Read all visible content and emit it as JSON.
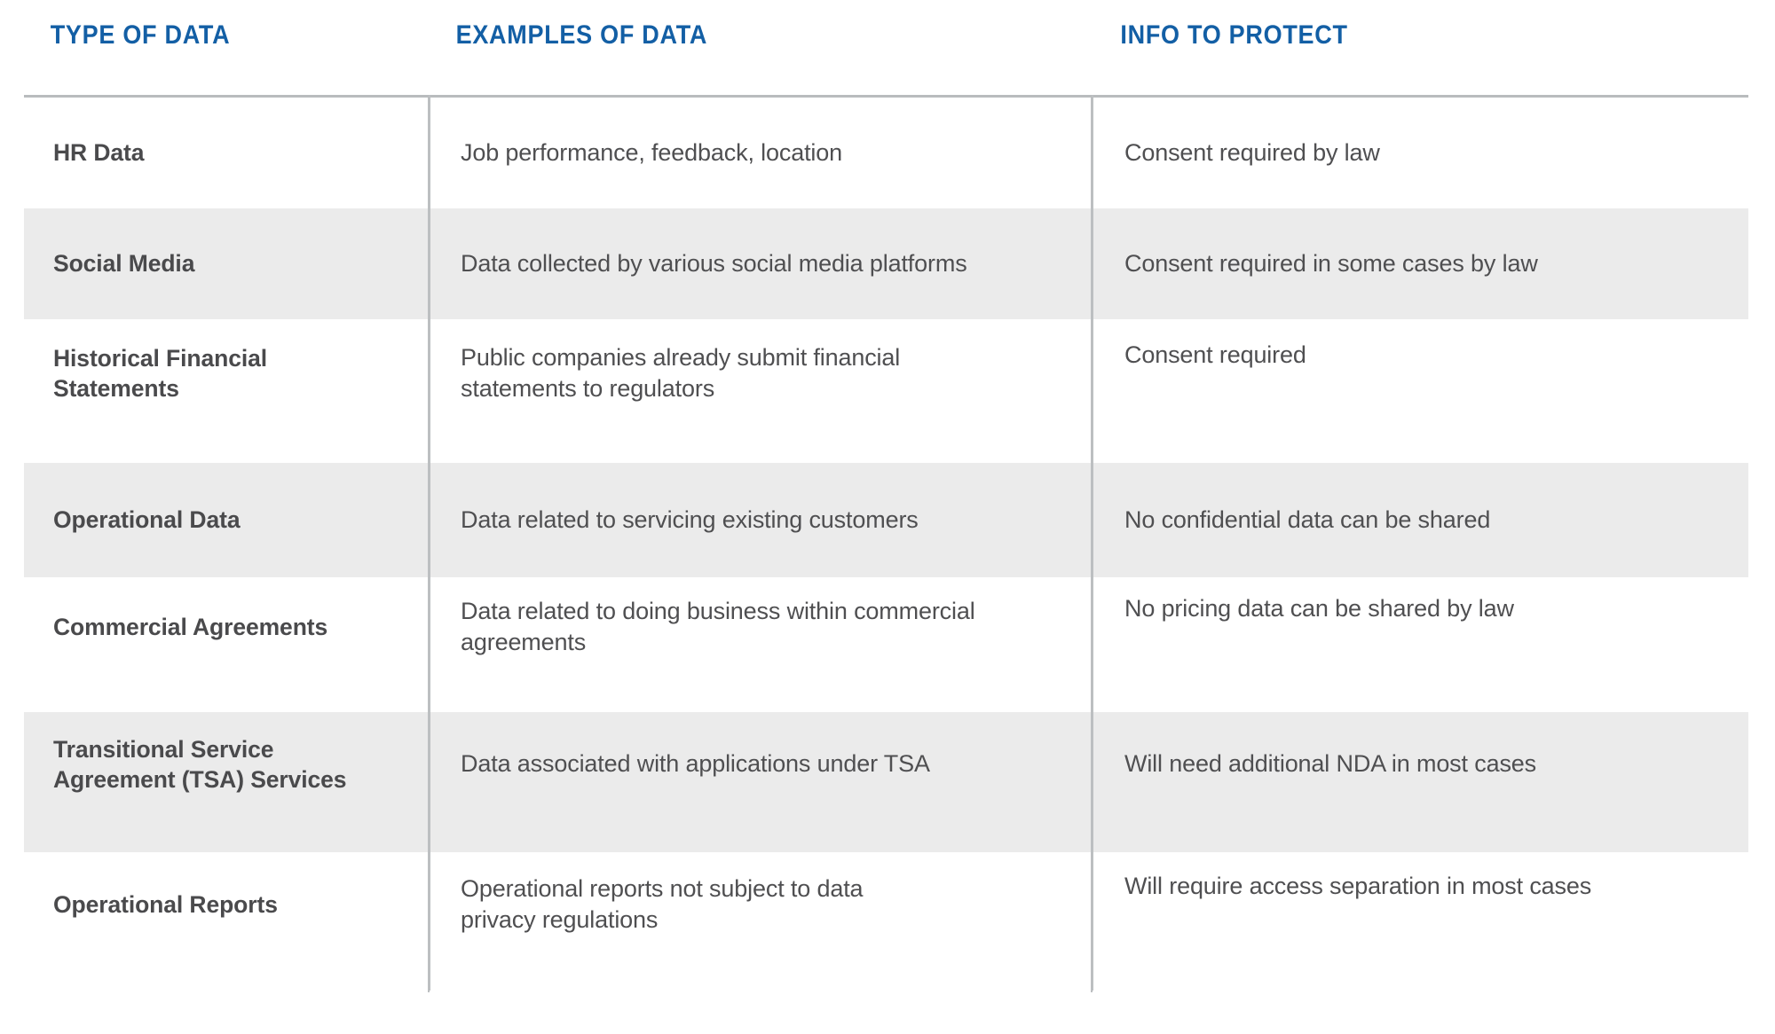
{
  "table": {
    "headers": [
      {
        "label": "TYPE OF DATA"
      },
      {
        "label": "EXAMPLES OF DATA"
      },
      {
        "label": "INFO TO PROTECT"
      }
    ],
    "rows": [
      {
        "type": "HR Data",
        "examples_line1": "Job performance, feedback, location",
        "examples_line2": "",
        "protect": "Consent required by law",
        "shaded": false
      },
      {
        "type": "Social Media",
        "examples_line1": "Data collected by various social media platforms",
        "examples_line2": "",
        "protect": "Consent required in some cases by law",
        "shaded": true
      },
      {
        "type_line1": "Historical Financial",
        "type_line2": "Statements",
        "type": "Historical Financial Statements",
        "examples_line1": "Public companies already submit financial",
        "examples_line2": "statements to regulators",
        "protect": "Consent required",
        "shaded": false
      },
      {
        "type": "Operational Data",
        "examples_line1": "Data related to servicing existing customers",
        "examples_line2": "",
        "protect": "No confidential data can be shared",
        "shaded": true
      },
      {
        "type": "Commercial Agreements",
        "examples_line1": "Data related to doing business within commercial",
        "examples_line2": "agreements",
        "protect": "No pricing data can be shared by law",
        "shaded": false
      },
      {
        "type_line1": "Transitional Service",
        "type_line2": "Agreement (TSA) Services",
        "type": "Transitional Service Agreement (TSA) Services",
        "examples_line1": "Data associated with applications under TSA",
        "examples_line2": "",
        "protect": "Will need additional NDA in most cases",
        "shaded": true
      },
      {
        "type": "Operational Reports",
        "examples_line1": "Operational reports not subject to data",
        "examples_line2": "privacy regulations",
        "protect": "Will require access separation in most cases",
        "shaded": false
      }
    ]
  },
  "colors": {
    "header_blue": "#135fa5",
    "body_text": "#4f4f51",
    "shaded_row": "#ebebeb",
    "rule": "#bcbfc1",
    "background": "#ffffff"
  }
}
